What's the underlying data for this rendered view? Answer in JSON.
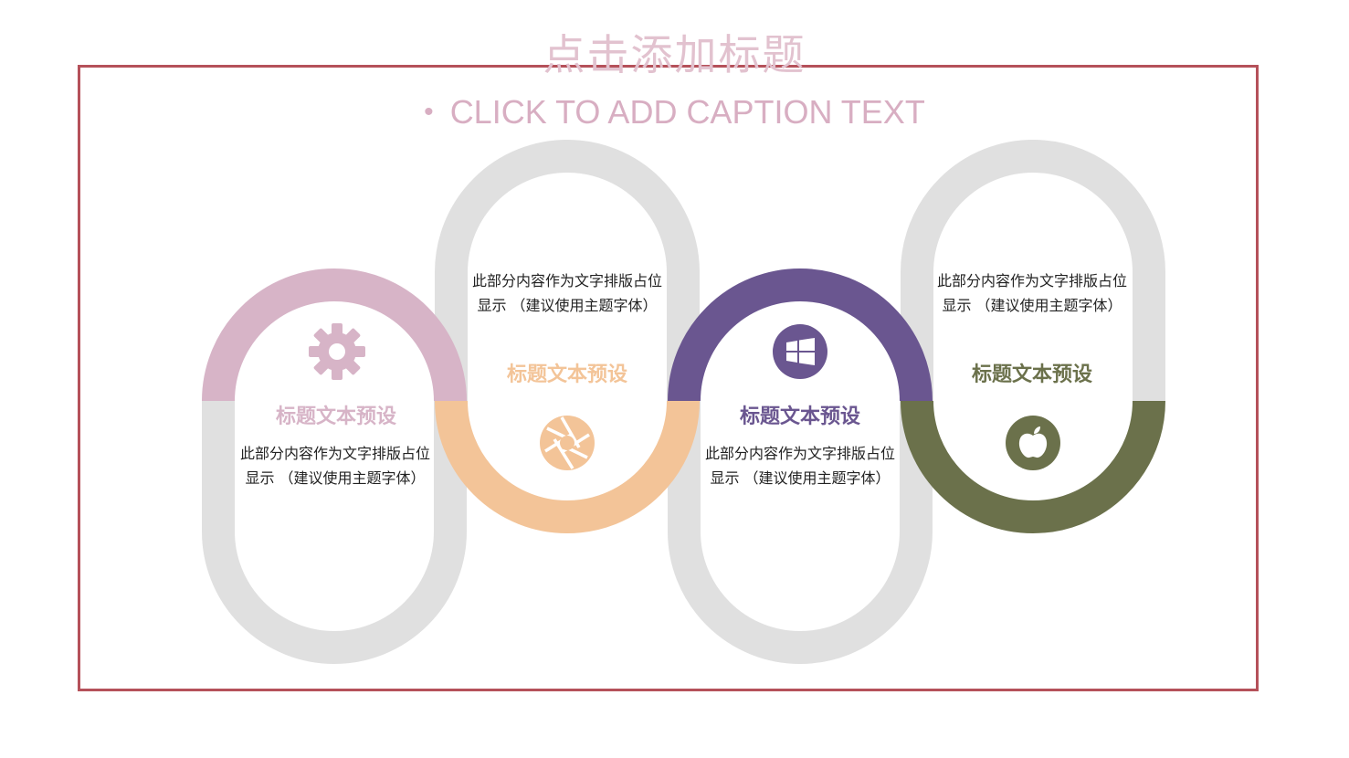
{
  "slide": {
    "title": "点击添加标题",
    "caption": "CLICK TO ADD CAPTION TEXT",
    "caption_bullet": "•",
    "colors": {
      "title": "#e2c2cf",
      "caption": "#d8aec2",
      "frame": "#b5515a",
      "track": "#e0e0e0"
    }
  },
  "steps": [
    {
      "title": "标题文本预设",
      "description": "此部分内容作为文字排版占位显示 （建议使用主题字体）",
      "icon": "gear-icon",
      "accent": "#d7b4c7"
    },
    {
      "title": "标题文本预设",
      "description": "此部分内容作为文字排版占位显示 （建议使用主题字体）",
      "icon": "camera-aperture-icon",
      "accent": "#f3c498"
    },
    {
      "title": "标题文本预设",
      "description": "此部分内容作为文字排版占位显示 （建议使用主题字体）",
      "icon": "windows-icon",
      "accent": "#6a5690"
    },
    {
      "title": "标题文本预设",
      "description": "此部分内容作为文字排版占位显示 （建议使用主题字体）",
      "icon": "apple-icon",
      "accent": "#6b714b"
    }
  ]
}
